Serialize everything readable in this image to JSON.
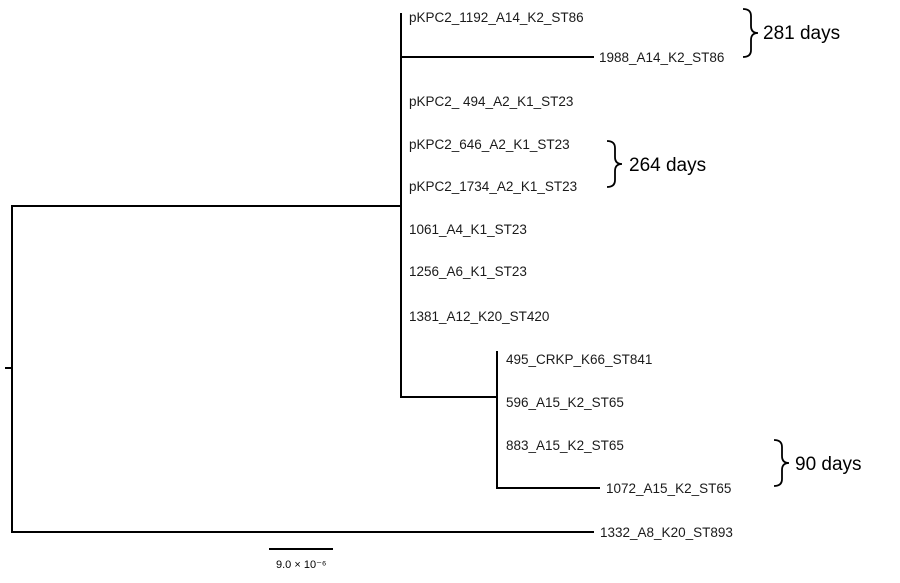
{
  "leaves": [
    {
      "id": "pKPC2_1192",
      "label": "pKPC2_1192_A14_K2_ST86"
    },
    {
      "id": "1988",
      "label": "1988_A14_K2_ST86"
    },
    {
      "id": "pKPC2_494",
      "label": "pKPC2_ 494_A2_K1_ST23"
    },
    {
      "id": "pKPC2_646",
      "label": "pKPC2_646_A2_K1_ST23"
    },
    {
      "id": "pKPC2_1734",
      "label": "pKPC2_1734_A2_K1_ST23"
    },
    {
      "id": "1061",
      "label": "1061_A4_K1_ST23"
    },
    {
      "id": "1256",
      "label": "1256_A6_K1_ST23"
    },
    {
      "id": "1381",
      "label": "1381_A12_K20_ST420"
    },
    {
      "id": "495",
      "label": "495_CRKP_K66_ST841"
    },
    {
      "id": "596",
      "label": "596_A15_K2_ST65"
    },
    {
      "id": "883",
      "label": "883_A15_K2_ST65"
    },
    {
      "id": "1072",
      "label": "1072_A15_K2_ST65"
    },
    {
      "id": "1332",
      "label": "1332_A8_K20_ST893"
    }
  ],
  "annotations": [
    {
      "id": "a281",
      "label": "281 days"
    },
    {
      "id": "a264",
      "label": "264 days"
    },
    {
      "id": "a90",
      "label": "90 days"
    }
  ],
  "scale_bar": {
    "label": "9.0 × 10⁻⁶"
  }
}
